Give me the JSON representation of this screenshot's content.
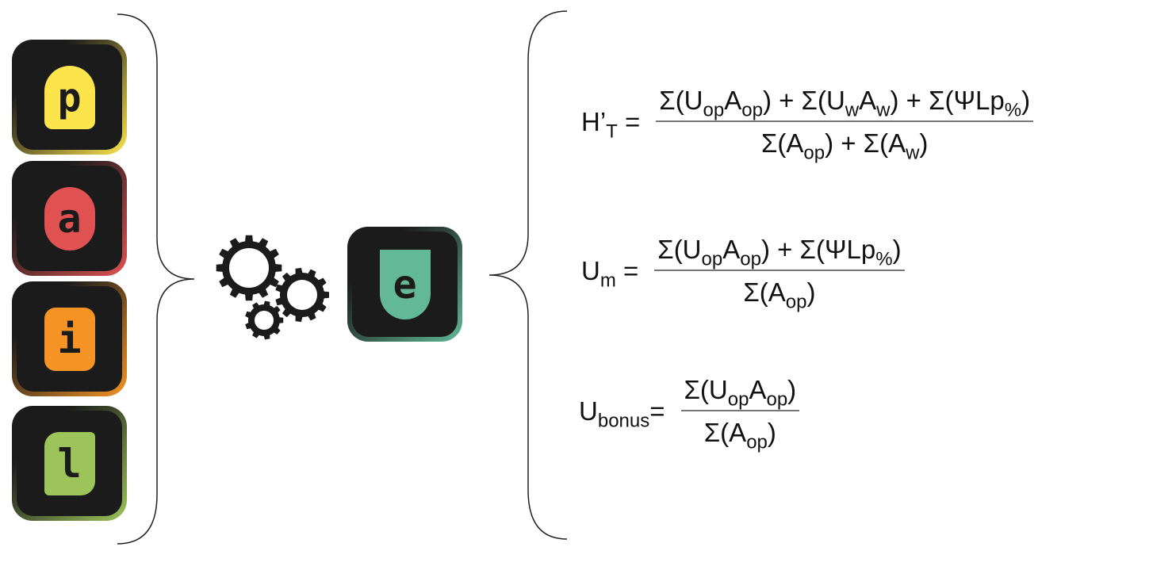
{
  "tiles": [
    {
      "letter": "p",
      "color": "#fce54c"
    },
    {
      "letter": "a",
      "color": "#e05252"
    },
    {
      "letter": "i",
      "color": "#f59424"
    },
    {
      "letter": "l",
      "color": "#9dc45a"
    }
  ],
  "output_tile": {
    "letter": "e",
    "color": "#62b898"
  },
  "icons": {
    "gears": "gears-icon"
  },
  "formulas": [
    {
      "lhs": [
        {
          "t": "H’"
        },
        {
          "s": "T"
        },
        {
          "t": " ="
        }
      ],
      "num": [
        {
          "t": "Σ(U"
        },
        {
          "s": "op"
        },
        {
          "t": "A"
        },
        {
          "s": "op"
        },
        {
          "t": ") + Σ(U"
        },
        {
          "s": "w"
        },
        {
          "t": "A"
        },
        {
          "s": "w"
        },
        {
          "t": ") + Σ(ΨLp"
        },
        {
          "s": "%"
        },
        {
          "t": ")"
        }
      ],
      "den": [
        {
          "t": "Σ(A"
        },
        {
          "s": "op"
        },
        {
          "t": ") + Σ(A"
        },
        {
          "s": "w"
        },
        {
          "t": ")"
        }
      ]
    },
    {
      "lhs": [
        {
          "t": "U"
        },
        {
          "s": "m"
        },
        {
          "t": " ="
        }
      ],
      "num": [
        {
          "t": "Σ(U"
        },
        {
          "s": "op"
        },
        {
          "t": "A"
        },
        {
          "s": "op"
        },
        {
          "t": ") + Σ(ΨLp"
        },
        {
          "s": "%"
        },
        {
          "t": ")"
        }
      ],
      "den": [
        {
          "t": "Σ(A"
        },
        {
          "s": "op"
        },
        {
          "t": ")"
        }
      ]
    },
    {
      "lhs": [
        {
          "t": "U"
        },
        {
          "s": "bonus"
        },
        {
          "t": "="
        }
      ],
      "num": [
        {
          "t": "Σ(U"
        },
        {
          "s": "op"
        },
        {
          "t": "A"
        },
        {
          "s": "op"
        },
        {
          "t": ")"
        }
      ],
      "den": [
        {
          "t": "Σ(A"
        },
        {
          "s": "op"
        },
        {
          "t": ")"
        }
      ]
    }
  ]
}
